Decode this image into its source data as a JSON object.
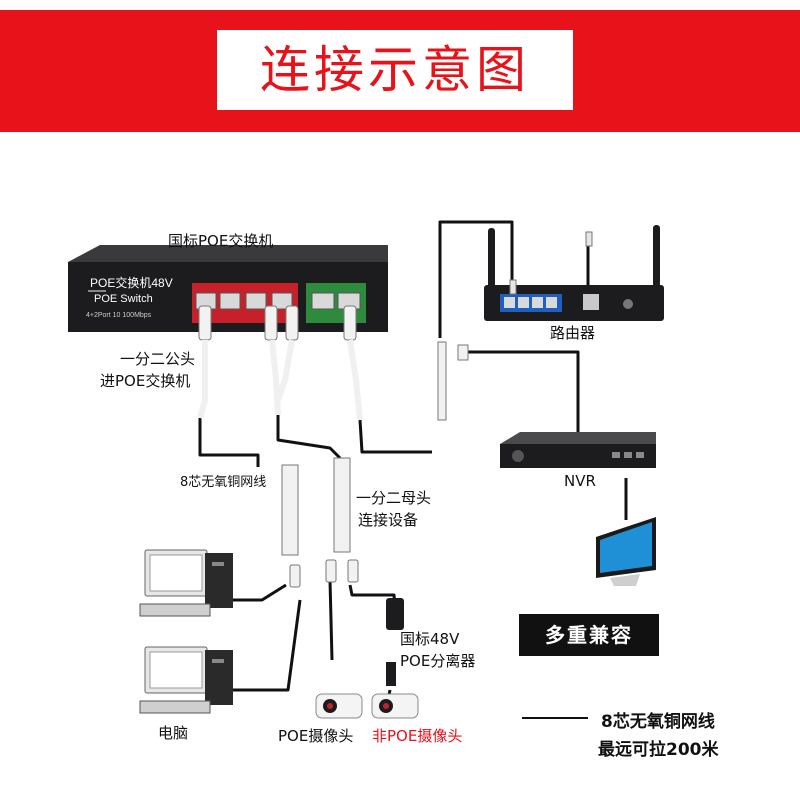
{
  "title": "连接示意图",
  "devices": {
    "switch_label": "国标POE交换机",
    "switch_face_name": "POE交换机48V",
    "switch_face_sub": "POE Switch",
    "switch_face_ports": "4+2Port 10 100Mbps",
    "router_label": "路由器",
    "nvr_label": "NVR",
    "pc_label": "电脑",
    "poe_camera_label": "POE摄像头",
    "non_poe_camera_label": "非POE摄像头"
  },
  "annotations": {
    "splitter_male_line1": "一分二公头",
    "splitter_male_line2": "进POE交换机",
    "cable_label": "8芯无氧铜网线",
    "splitter_female_line1": "一分二母头",
    "splitter_female_line2": "连接设备",
    "separator_line1": "国标48V",
    "separator_line2": "POE分离器"
  },
  "tag": "多重兼容",
  "legend": {
    "line1": "8芯无氧铜网线",
    "line2": "最远可拉200米"
  },
  "colors": {
    "accent_red": "#e8121a",
    "switch_body": "#1c1c1e",
    "port_bank_red": "#c8202a",
    "port_bank_green": "#2e8b3e",
    "router_port_blue": "#1f5fbf"
  }
}
